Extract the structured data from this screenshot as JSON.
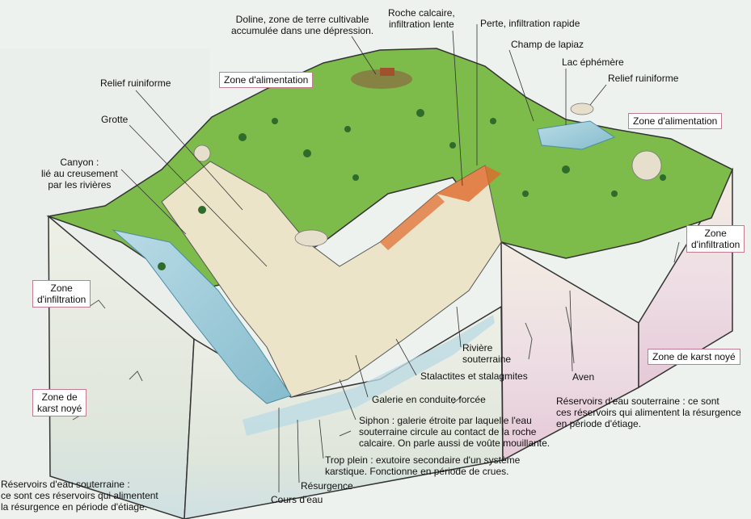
{
  "labels": {
    "doline": "Doline, zone de terre cultivable\naccumulée dans une dépression.",
    "roche_calcaire": "Roche calcaire,\ninfiltration lente",
    "perte": "Perte, infiltration rapide",
    "champ_lapiaz": "Champ de lapiaz",
    "lac_ephemere": "Lac éphémère",
    "relief_ruiniforme_left": "Relief ruiniforme",
    "relief_ruiniforme_right": "Relief ruiniforme",
    "grotte": "Grotte",
    "canyon": "Canyon :\nlié au creusement\npar les rivières",
    "riviere_souterraine": "Rivière\nsouterraine",
    "stalactites": "Stalactites et stalagmites",
    "aven": "Aven",
    "galerie": "Galerie en conduite forcée",
    "siphon": "Siphon : galerie étroite par laquelle l'eau\nsouterraine circule au contact de la roche\ncalcaire. On parle aussi de voûte mouillante.",
    "trop_plein": "Trop plein : exutoire secondaire d'un système\nkarstique. Fonctionne en période de crues.",
    "resurgence": "Résurgence",
    "cours_eau": "Cours d'eau",
    "reservoirs_left": "Réservoirs d'eau souterraine :\nce sont ces réservoirs qui alimentent\nla résurgence en période d'étiage.",
    "reservoirs_right": "Réservoirs d'eau souterraine : ce sont\nces réservoirs qui alimentent la résurgence\nen période d'étiage."
  },
  "zones": {
    "alimentation_left": "Zone d'alimentation",
    "alimentation_right": "Zone d'alimentation",
    "infiltration_left": "Zone\nd'infiltration",
    "infiltration_right": "Zone\nd'infiltration",
    "karst_noye_left": "Zone de\nkarst noyé",
    "karst_noye_right": "Zone de karst noyé"
  },
  "colors": {
    "grass": "#7dbb4a",
    "limestone": "#ece4c8",
    "water": "#9ccbd9",
    "clay": "#e06a2c",
    "zone_border": "#c47a93"
  }
}
